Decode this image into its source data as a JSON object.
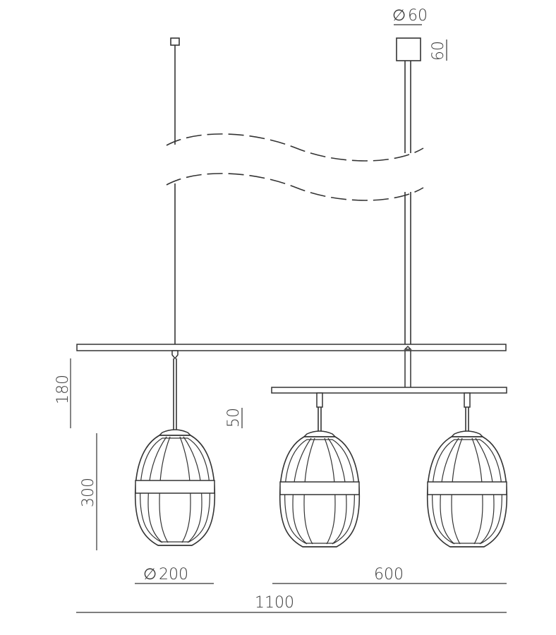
{
  "dimensions": {
    "canopy_diameter": "60",
    "canopy_height": "60",
    "body_drop": "180",
    "stem_length": "50",
    "shade_height": "300",
    "shade_diameter": "200",
    "pair_spacing": "600",
    "overall_width": "1100"
  },
  "symbols": {
    "diameter": "∅"
  },
  "colors": {
    "line": "#333333",
    "text": "#3a3a3a",
    "background": "#ffffff"
  }
}
